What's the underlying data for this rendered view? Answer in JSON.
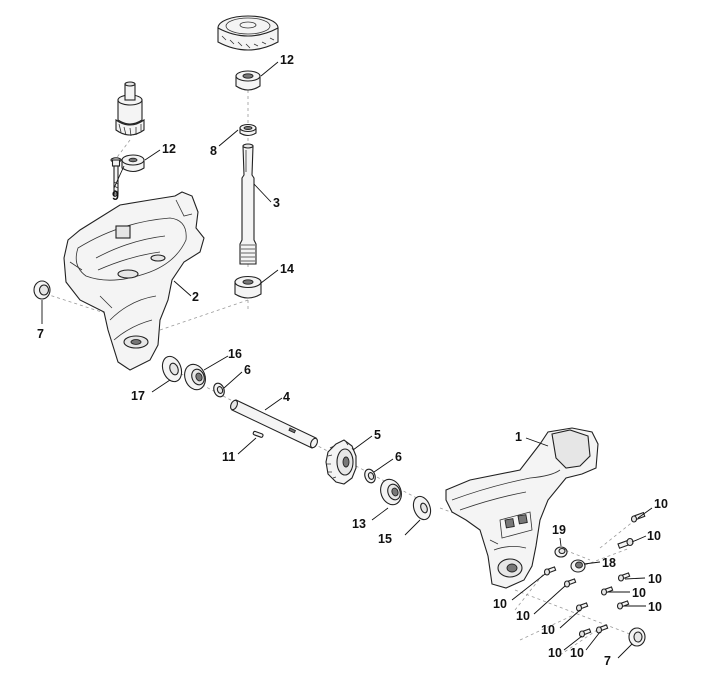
{
  "labels": [
    {
      "id": "c1",
      "text": "1"
    },
    {
      "id": "c2",
      "text": "2"
    },
    {
      "id": "c3",
      "text": "3"
    },
    {
      "id": "c4",
      "text": "4"
    },
    {
      "id": "c5",
      "text": "5"
    },
    {
      "id": "c6a",
      "text": "6"
    },
    {
      "id": "c6b",
      "text": "6"
    },
    {
      "id": "c7a",
      "text": "7"
    },
    {
      "id": "c7b",
      "text": "7"
    },
    {
      "id": "c8",
      "text": "8"
    },
    {
      "id": "c9",
      "text": "9"
    },
    {
      "id": "c10a",
      "text": "10"
    },
    {
      "id": "c10b",
      "text": "10"
    },
    {
      "id": "c10c",
      "text": "10"
    },
    {
      "id": "c10d",
      "text": "10"
    },
    {
      "id": "c10e",
      "text": "10"
    },
    {
      "id": "c10f",
      "text": "10"
    },
    {
      "id": "c10g",
      "text": "10"
    },
    {
      "id": "c10h",
      "text": "10"
    },
    {
      "id": "c10i",
      "text": "10"
    },
    {
      "id": "c10j",
      "text": "10"
    },
    {
      "id": "c11",
      "text": "11"
    },
    {
      "id": "c12a",
      "text": "12"
    },
    {
      "id": "c12b",
      "text": "12"
    },
    {
      "id": "c13",
      "text": "13"
    },
    {
      "id": "c14",
      "text": "14"
    },
    {
      "id": "c15",
      "text": "15"
    },
    {
      "id": "c16",
      "text": "16"
    },
    {
      "id": "c17",
      "text": "17"
    },
    {
      "id": "c18",
      "text": "18"
    },
    {
      "id": "c19",
      "text": "19"
    }
  ]
}
